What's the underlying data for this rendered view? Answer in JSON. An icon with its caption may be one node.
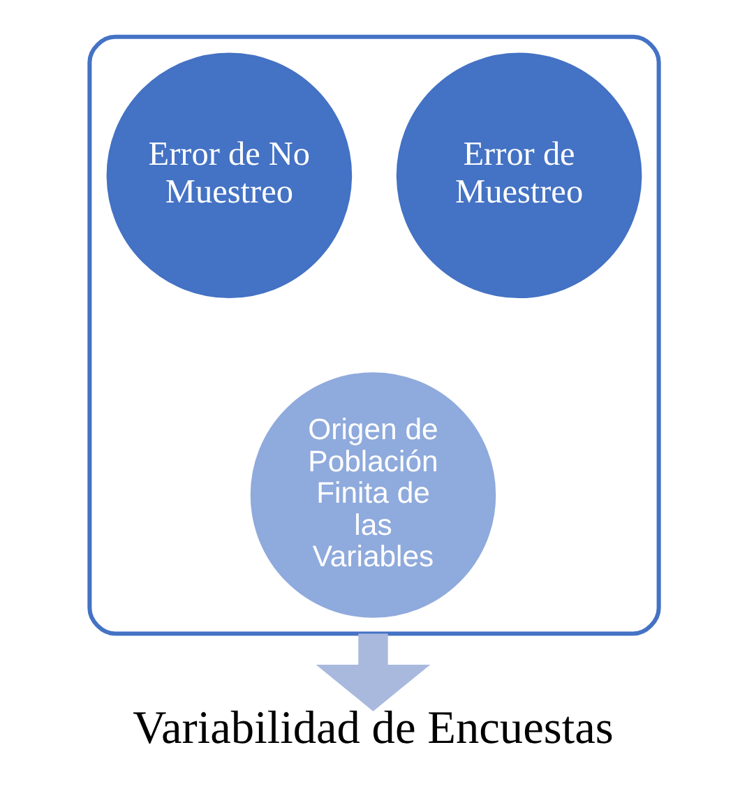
{
  "diagram": {
    "nodes": [
      {
        "text": [],
        "shape": "funnel"
      },
      {
        "text": [
          "Error de No Muestreo"
        ],
        "in": 0
      },
      {
        "text": [
          "Error de Muestreo"
        ],
        "in": 0
      },
      {
        "text": [
          "Origen de Población Finita de las Variables"
        ],
        "in": 0
      },
      {
        "text": [
          "Variabilidad de Encuestas"
        ]
      }
    ],
    "edges": [
      {
        "from": 0,
        "to": 4,
        "arrow": "to",
        "color": "#a9b9de"
      }
    ]
  }
}
